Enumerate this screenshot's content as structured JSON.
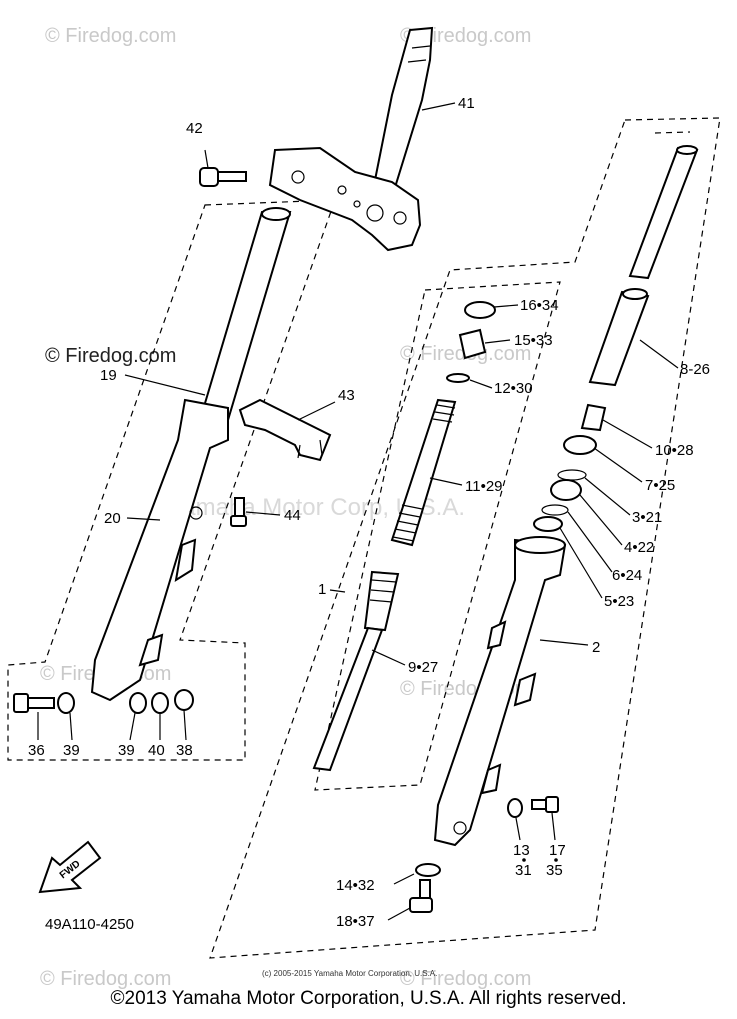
{
  "watermarks": {
    "firedog_1": "© Firedog.com",
    "firedog_2": "© Firedog.com",
    "firedog_3": "© Firedog.com",
    "firedog_4": "© Firedog.com",
    "firedog_5": "© Firedog.com",
    "firedog_6": "© Firedog.com",
    "firedog_7": "© Firedog.com",
    "firedog_8": "© Firedog.com",
    "yamaha": "Yamaha Motor Corp, U.S.A."
  },
  "callouts": {
    "c41": "41",
    "c42": "42",
    "c43": "43",
    "c44": "44",
    "c19": "19",
    "c20": "20",
    "c16_34": "16•34",
    "c15_33": "15•33",
    "c12_30": "12•30",
    "c11_29": "11•29",
    "c8_26": "8-26",
    "c10_28": "10•28",
    "c7_25": "7•25",
    "c3_21": "3•21",
    "c4_22": "4•22",
    "c6_24": "6•24",
    "c5_23": "5•23",
    "c1": "1",
    "c2": "2",
    "c9_27": "9•27",
    "c36": "36",
    "c39a": "39",
    "c39b": "39",
    "c40": "40",
    "c38": "38",
    "c13": "13",
    "c31": "31",
    "c17": "17",
    "c35": "35",
    "c14_32": "14•32",
    "c18_37": "18•37"
  },
  "diagram_code": "49A110-4250",
  "fwd_label": "FWD",
  "small_credit": "(c) 2005-2015 Yamaha Motor Corporation, U.S.A.",
  "copyright": "©2013 Yamaha Motor Corporation, U.S.A. All rights reserved."
}
